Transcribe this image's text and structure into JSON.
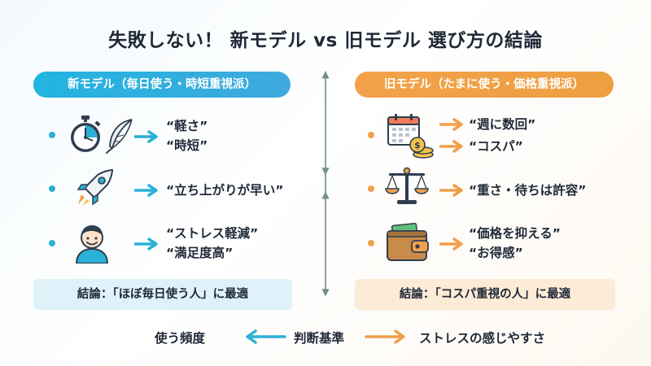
{
  "title": "失敗しない！ 新モデル vs 旧モデル 選び方の結論",
  "new_model": {
    "header": "新モデル（毎日使う・時短重視派）",
    "items": [
      {
        "lines": [
          "“軽さ”",
          "“時短”"
        ],
        "icons": [
          "stopwatch-icon",
          "feather-icon"
        ]
      },
      {
        "lines": [
          "“立ち上がりが早い”"
        ],
        "icons": [
          "rocket-icon"
        ]
      },
      {
        "lines": [
          "“ストレス軽減”",
          "“満足度高”"
        ],
        "icons": [
          "smiling-person-icon"
        ]
      }
    ],
    "conclusion": "結論：「ほぼ毎日使う人」に最適"
  },
  "old_model": {
    "header": "旧モデル（たまに使う・価格重視派）",
    "items": [
      {
        "lines": [
          "“週に数回”",
          "“コスパ”"
        ],
        "icons": [
          "calendar-icon",
          "coins-icon"
        ]
      },
      {
        "lines": [
          "“重さ・待ちは許容”"
        ],
        "icons": [
          "balance-scale-icon"
        ]
      },
      {
        "lines": [
          "“価格を抑える”",
          "“お得感”"
        ],
        "icons": [
          "wallet-icon"
        ]
      }
    ],
    "conclusion": "結論：「コスパ重視の人」に最適"
  },
  "bottom": {
    "left": "使う頻度",
    "center": "判断基準",
    "right": "ストレスの感じやすさ"
  },
  "colors": {
    "new_accent": "#2bb0d8",
    "old_accent": "#f0a04b",
    "text": "#1f2937"
  }
}
